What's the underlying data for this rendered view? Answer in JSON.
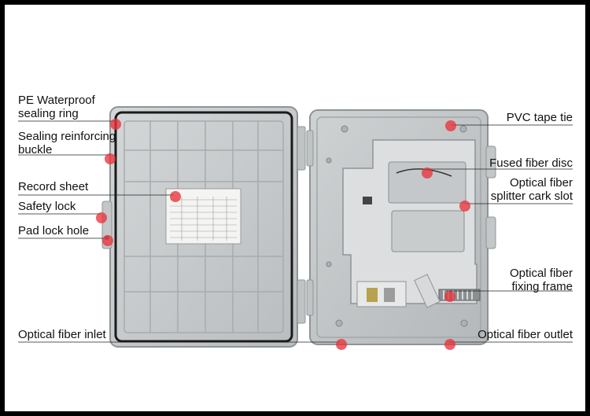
{
  "colors": {
    "background": "#ffffff",
    "frame": "#000000",
    "marker": "#e8333c",
    "box_body": "#c9cccd",
    "box_edge": "#8f9496",
    "gasket": "#1a1a1a",
    "tray": "#dcdedf"
  },
  "callouts_left": [
    {
      "id": "pe-waterproof",
      "line1": "PE Waterproof",
      "line2": "sealing ring"
    },
    {
      "id": "sealing-buckle",
      "line1": "Sealing reinforcing",
      "line2": "buckle"
    },
    {
      "id": "record-sheet",
      "line1": "Record sheet",
      "line2": ""
    },
    {
      "id": "safety-lock",
      "line1": "Safety lock",
      "line2": ""
    },
    {
      "id": "pad-lock-hole",
      "line1": "Pad lock hole",
      "line2": ""
    },
    {
      "id": "fiber-inlet",
      "line1": "Optical fiber inlet",
      "line2": ""
    }
  ],
  "callouts_right": [
    {
      "id": "pvc-tape-tie",
      "line1": "PVC tape tie",
      "line2": ""
    },
    {
      "id": "fused-fiber-disc",
      "line1": "Fused fiber disc",
      "line2": ""
    },
    {
      "id": "splitter-slot",
      "line1": "Optical fiber",
      "line2": "splitter cark slot"
    },
    {
      "id": "fixing-frame",
      "line1": "Optical fiber",
      "line2": "fixing frame"
    },
    {
      "id": "fiber-outlet",
      "line1": "Optical fiber outlet",
      "line2": ""
    }
  ]
}
